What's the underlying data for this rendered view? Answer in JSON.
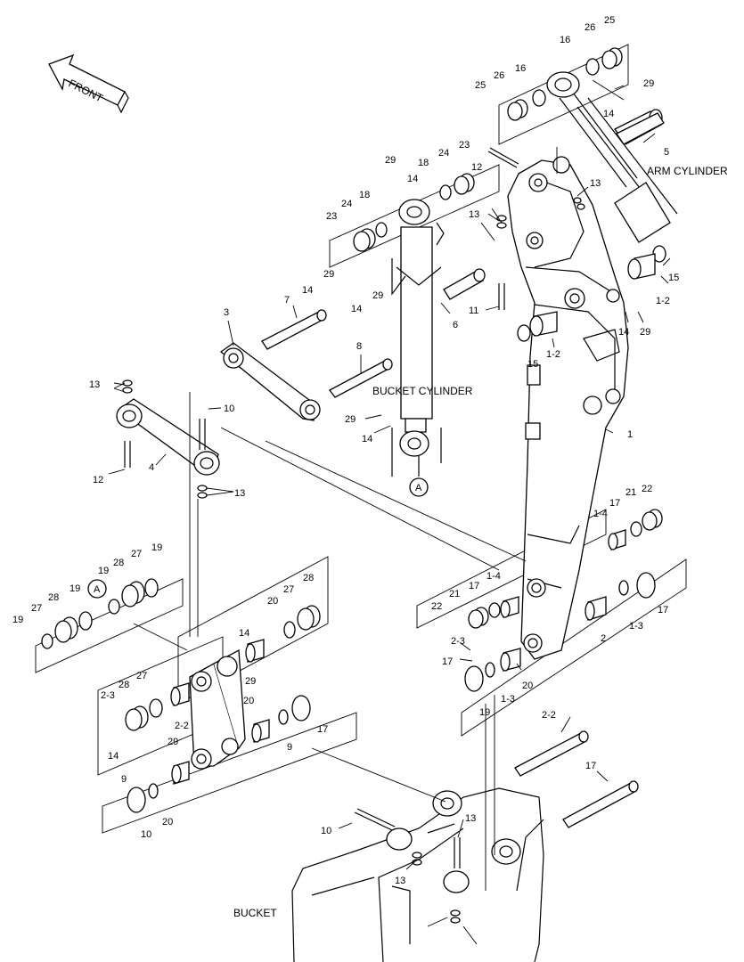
{
  "labels": {
    "front": "FRONT",
    "arm_cylinder": "ARM CYLINDER",
    "bucket_cylinder": "BUCKET CYLINDER",
    "bucket": "BUCKET",
    "ref_a": "A"
  },
  "callouts": [
    {
      "id": "c1",
      "text": "25"
    },
    {
      "id": "c2",
      "text": "26"
    },
    {
      "id": "c3",
      "text": "16"
    },
    {
      "id": "c4",
      "text": "16"
    },
    {
      "id": "c5",
      "text": "26"
    },
    {
      "id": "c6",
      "text": "25"
    },
    {
      "id": "c7",
      "text": "29"
    },
    {
      "id": "c8",
      "text": "14"
    },
    {
      "id": "c9",
      "text": "5"
    },
    {
      "id": "c10",
      "text": "13"
    },
    {
      "id": "c11",
      "text": "29"
    },
    {
      "id": "c12",
      "text": "14"
    },
    {
      "id": "c13",
      "text": "18"
    },
    {
      "id": "c14",
      "text": "24"
    },
    {
      "id": "c15",
      "text": "23"
    },
    {
      "id": "c16",
      "text": "12"
    },
    {
      "id": "c17",
      "text": "18"
    },
    {
      "id": "c18",
      "text": "24"
    },
    {
      "id": "c19",
      "text": "23"
    },
    {
      "id": "c20",
      "text": "13"
    },
    {
      "id": "c21",
      "text": "15"
    },
    {
      "id": "c22",
      "text": "1-2"
    },
    {
      "id": "c23",
      "text": "29"
    },
    {
      "id": "c24",
      "text": "14"
    },
    {
      "id": "c25",
      "text": "7"
    },
    {
      "id": "c26",
      "text": "29"
    },
    {
      "id": "c27",
      "text": "14"
    },
    {
      "id": "c28",
      "text": "11"
    },
    {
      "id": "c29",
      "text": "6"
    },
    {
      "id": "c30",
      "text": "3"
    },
    {
      "id": "c31",
      "text": "8"
    },
    {
      "id": "c32",
      "text": "1-2"
    },
    {
      "id": "c33",
      "text": "14"
    },
    {
      "id": "c34",
      "text": "29"
    },
    {
      "id": "c35",
      "text": "15"
    },
    {
      "id": "c36",
      "text": "13"
    },
    {
      "id": "c37",
      "text": "10"
    },
    {
      "id": "c38",
      "text": "29"
    },
    {
      "id": "c39",
      "text": "14"
    },
    {
      "id": "c40",
      "text": "1"
    },
    {
      "id": "c41",
      "text": "4"
    },
    {
      "id": "c42",
      "text": "12"
    },
    {
      "id": "c43",
      "text": "13"
    },
    {
      "id": "c44",
      "text": "21"
    },
    {
      "id": "c45",
      "text": "22"
    },
    {
      "id": "c46",
      "text": "17"
    },
    {
      "id": "c47",
      "text": "1-4"
    },
    {
      "id": "c48",
      "text": "19"
    },
    {
      "id": "c49",
      "text": "27"
    },
    {
      "id": "c50",
      "text": "28"
    },
    {
      "id": "c51",
      "text": "19"
    },
    {
      "id": "c52",
      "text": "28"
    },
    {
      "id": "c53",
      "text": "1-4"
    },
    {
      "id": "c54",
      "text": "21"
    },
    {
      "id": "c55",
      "text": "17"
    },
    {
      "id": "c56",
      "text": "22"
    },
    {
      "id": "c57",
      "text": "27"
    },
    {
      "id": "c58",
      "text": "28"
    },
    {
      "id": "c59",
      "text": "19"
    },
    {
      "id": "c60",
      "text": "27"
    },
    {
      "id": "c61",
      "text": "19"
    },
    {
      "id": "c62",
      "text": "20"
    },
    {
      "id": "c63",
      "text": "17"
    },
    {
      "id": "c64",
      "text": "1-3"
    },
    {
      "id": "c65",
      "text": "2"
    },
    {
      "id": "c66",
      "text": "14"
    },
    {
      "id": "c67",
      "text": "2-3"
    },
    {
      "id": "c68",
      "text": "29"
    },
    {
      "id": "c69",
      "text": "17"
    },
    {
      "id": "c70",
      "text": "1-3"
    },
    {
      "id": "c71",
      "text": "20"
    },
    {
      "id": "c72",
      "text": "19"
    },
    {
      "id": "c73",
      "text": "27"
    },
    {
      "id": "c74",
      "text": "28"
    },
    {
      "id": "c75",
      "text": "2-3"
    },
    {
      "id": "c76",
      "text": "2-2"
    },
    {
      "id": "c77",
      "text": "20"
    },
    {
      "id": "c78",
      "text": "17"
    },
    {
      "id": "c79",
      "text": "9"
    },
    {
      "id": "c80",
      "text": "2-2"
    },
    {
      "id": "c81",
      "text": "29"
    },
    {
      "id": "c82",
      "text": "14"
    },
    {
      "id": "c83",
      "text": "9"
    },
    {
      "id": "c84",
      "text": "17"
    },
    {
      "id": "c85",
      "text": "20"
    },
    {
      "id": "c86",
      "text": "10"
    },
    {
      "id": "c87",
      "text": "10"
    },
    {
      "id": "c88",
      "text": "13"
    },
    {
      "id": "c89",
      "text": "13"
    }
  ]
}
